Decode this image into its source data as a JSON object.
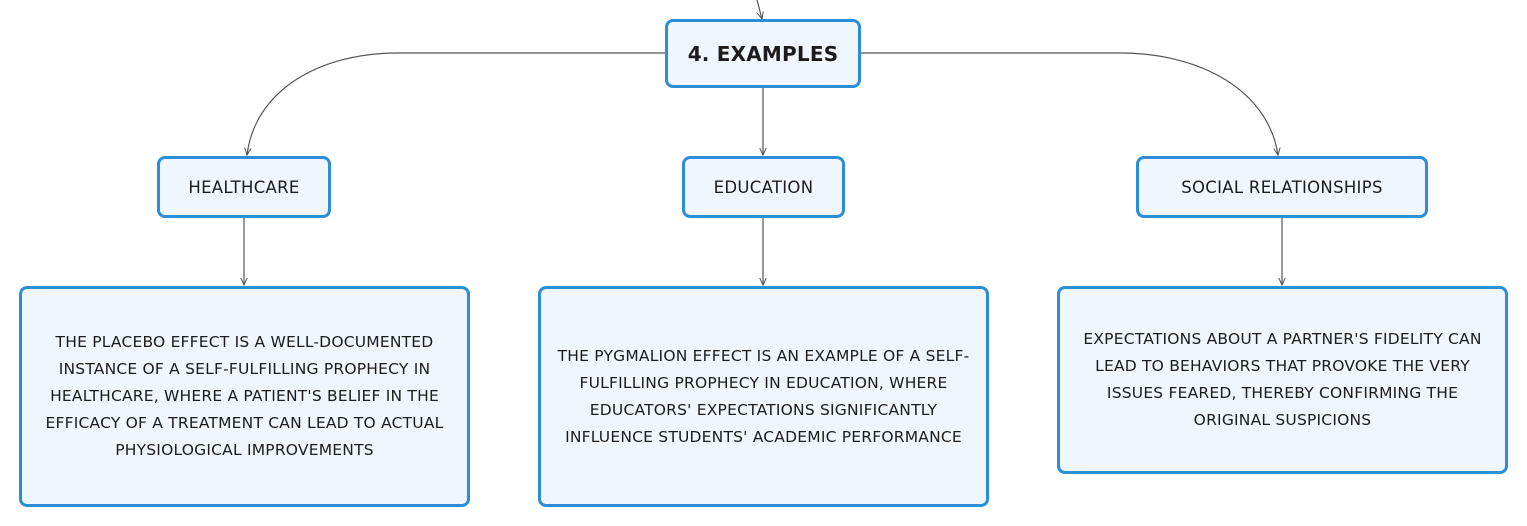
{
  "root": {
    "label": "4. EXAMPLES"
  },
  "branches": [
    {
      "label": "HEALTHCARE",
      "detail": "THE PLACEBO EFFECT IS A WELL-DOCUMENTED INSTANCE OF A SELF-FULFILLING PROPHECY IN HEALTHCARE, WHERE A PATIENT'S BELIEF IN THE EFFICACY OF A TREATMENT CAN LEAD TO ACTUAL PHYSIOLOGICAL IMPROVEMENTS"
    },
    {
      "label": "EDUCATION",
      "detail": "THE PYGMALION EFFECT IS AN EXAMPLE OF A SELF-FULFILLING PROPHECY IN EDUCATION, WHERE EDUCATORS' EXPECTATIONS SIGNIFICANTLY INFLUENCE STUDENTS' ACADEMIC PERFORMANCE"
    },
    {
      "label": "SOCIAL RELATIONSHIPS",
      "detail": "EXPECTATIONS ABOUT A PARTNER'S FIDELITY CAN LEAD TO BEHAVIORS THAT PROVOKE THE VERY ISSUES FEARED, THEREBY CONFIRMING THE ORIGINAL SUSPICIONS"
    }
  ],
  "colors": {
    "node_border": "#2d8ed8",
    "node_fill": "#eff6fd",
    "connector": "#555555",
    "text": "#1c1c1c"
  }
}
